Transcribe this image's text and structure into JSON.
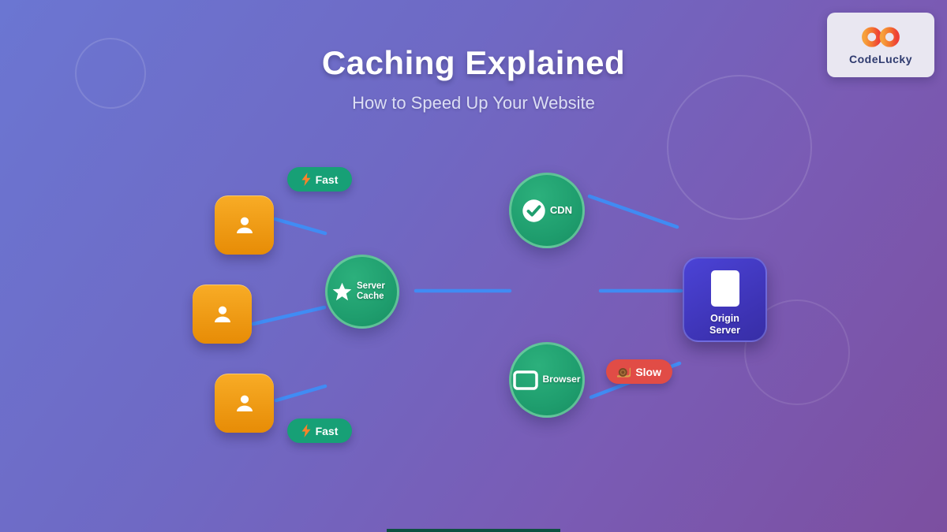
{
  "header": {
    "title": "Caching Explained",
    "subtitle": "How to Speed Up Your Website"
  },
  "brand": {
    "name": "CodeLucky"
  },
  "diagram": {
    "nodes": {
      "server_cache": {
        "label": "Server Cache",
        "icon": "star-icon"
      },
      "cdn": {
        "label": "CDN",
        "icon": "check-circle-icon"
      },
      "browser": {
        "label": "Browser",
        "icon": "browser-window-icon"
      },
      "origin_server": {
        "label": "Origin Server",
        "icon": "server-rect-icon"
      },
      "users": {
        "count": 3,
        "icon": "person-icon"
      }
    },
    "badges": {
      "fast_top": {
        "icon": "lightning-icon",
        "label": "Fast"
      },
      "fast_bottom": {
        "icon": "lightning-icon",
        "label": "Fast"
      },
      "slow": {
        "icon": "snail-icon",
        "label": "Slow"
      }
    }
  },
  "colors": {
    "background_start": "#6b76d2",
    "background_end": "#7c4fa0",
    "node_green": "#1f9e6e",
    "user_orange": "#f09a12",
    "origin_indigo": "#4238c8",
    "line_blue": "#3e8ef7",
    "badge_green": "#17a076",
    "badge_red": "#e14c46",
    "brand_card_bg": "#e9e7f1",
    "brand_text": "#2e3a6e"
  }
}
